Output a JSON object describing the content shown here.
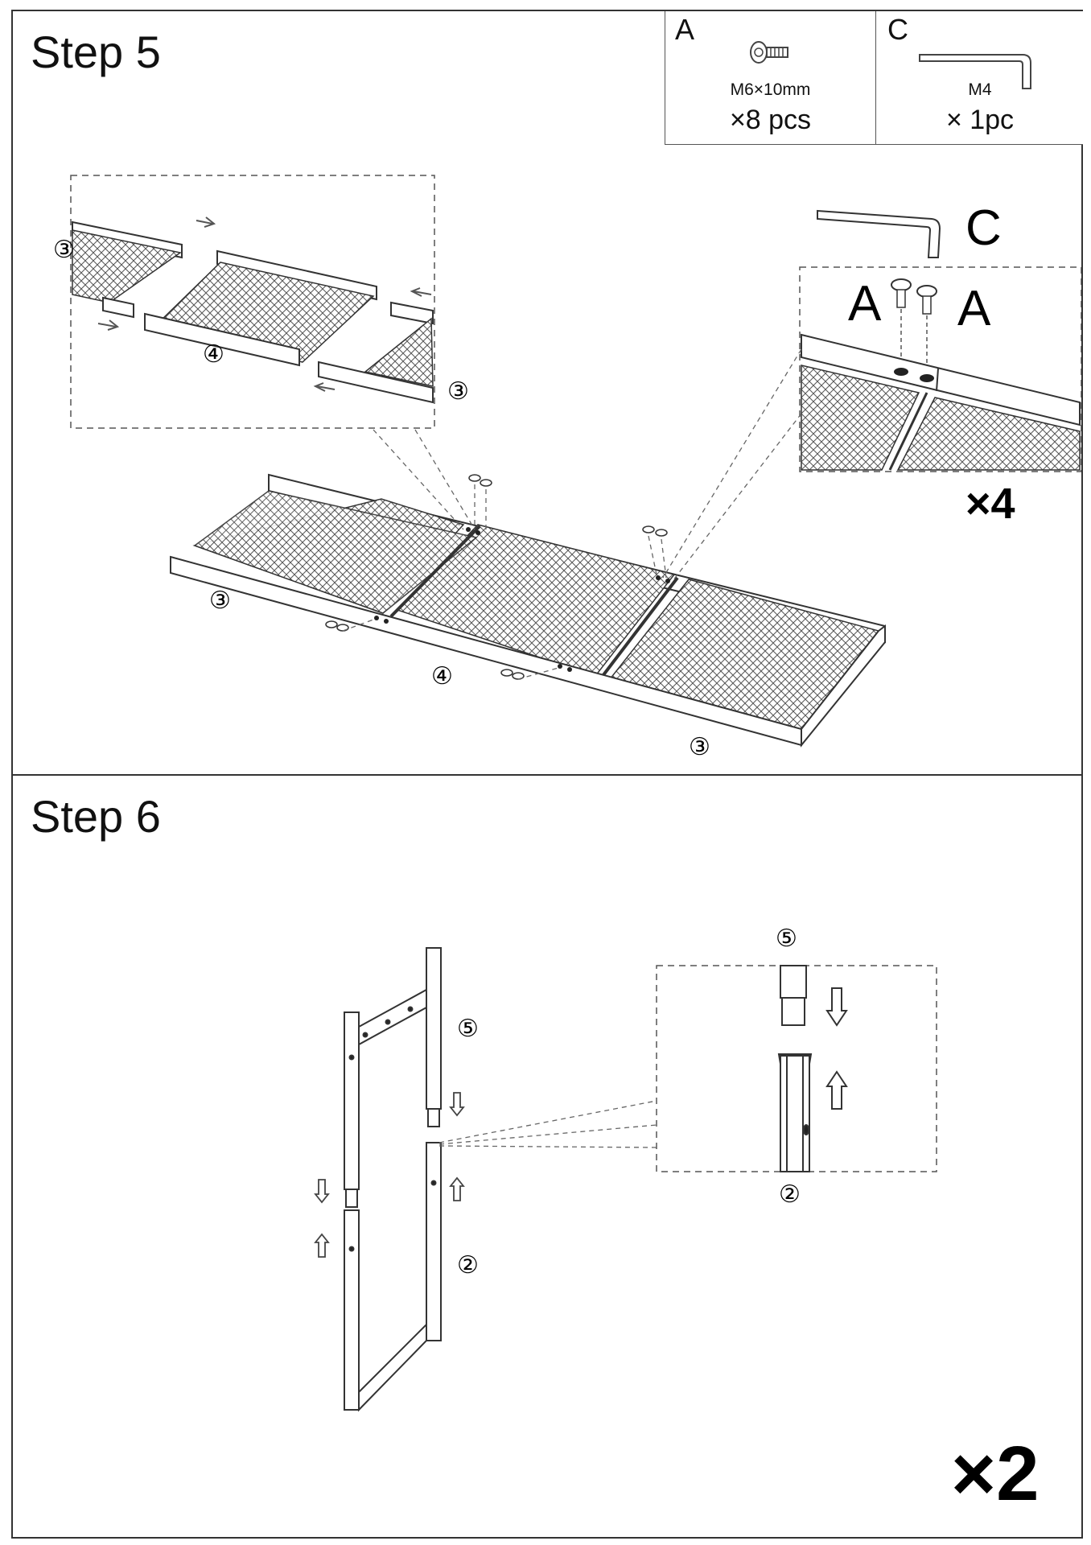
{
  "step5": {
    "title": "Step 5",
    "parts": [
      {
        "letter": "A",
        "spec": "M6×10mm",
        "qty": "×8 pcs",
        "icon": "bolt-icon"
      },
      {
        "letter": "C",
        "spec": "M4",
        "qty": "× 1pc",
        "icon": "allen-key-icon"
      }
    ],
    "labels": {
      "part3": "③",
      "part4": "④",
      "tool_c": "C",
      "bolt_a": "A",
      "repeat": "×4"
    }
  },
  "step6": {
    "title": "Step 6",
    "labels": {
      "part5": "⑤",
      "part2": "②",
      "repeat": "×2"
    }
  }
}
